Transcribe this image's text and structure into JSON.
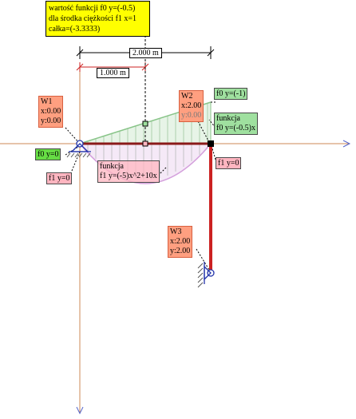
{
  "info_box": {
    "line1": "wartość funkcji f0 y=(-0.5)",
    "line2": "dla środka ciężkości f1 x=1",
    "line3": "całka=(-3.3333)"
  },
  "dimensions": {
    "top": "2.000 m",
    "inner": "1.000 m"
  },
  "nodes": {
    "w1": {
      "name": "W1",
      "x": "x:0.00",
      "y": "y:0.00"
    },
    "w2": {
      "name": "W2",
      "x": "x:2.00",
      "y": "y:0.00"
    },
    "w3": {
      "name": "W3",
      "x": "x:2.00",
      "y": "y:2.00"
    }
  },
  "function_labels": {
    "f0_left": "f0 y=0",
    "f1_left": "f1 y=0",
    "f0_top_right": "f0 y=(-1)",
    "f0_func_title": "funkcja",
    "f0_func_expr": "f0 y=(-0.5)x",
    "f1_right": "f1 y=0",
    "f1_func_title": "funkcja",
    "f1_func_expr": "f1 y=(-5)x^2+10x"
  },
  "colors": {
    "axis": "#cc8855",
    "frame": "#cc2222",
    "beam": "#8b1a1a",
    "f0_fill": "#9fd49f",
    "f1_fill": "#d9a8e0",
    "support": "#2233aa"
  }
}
